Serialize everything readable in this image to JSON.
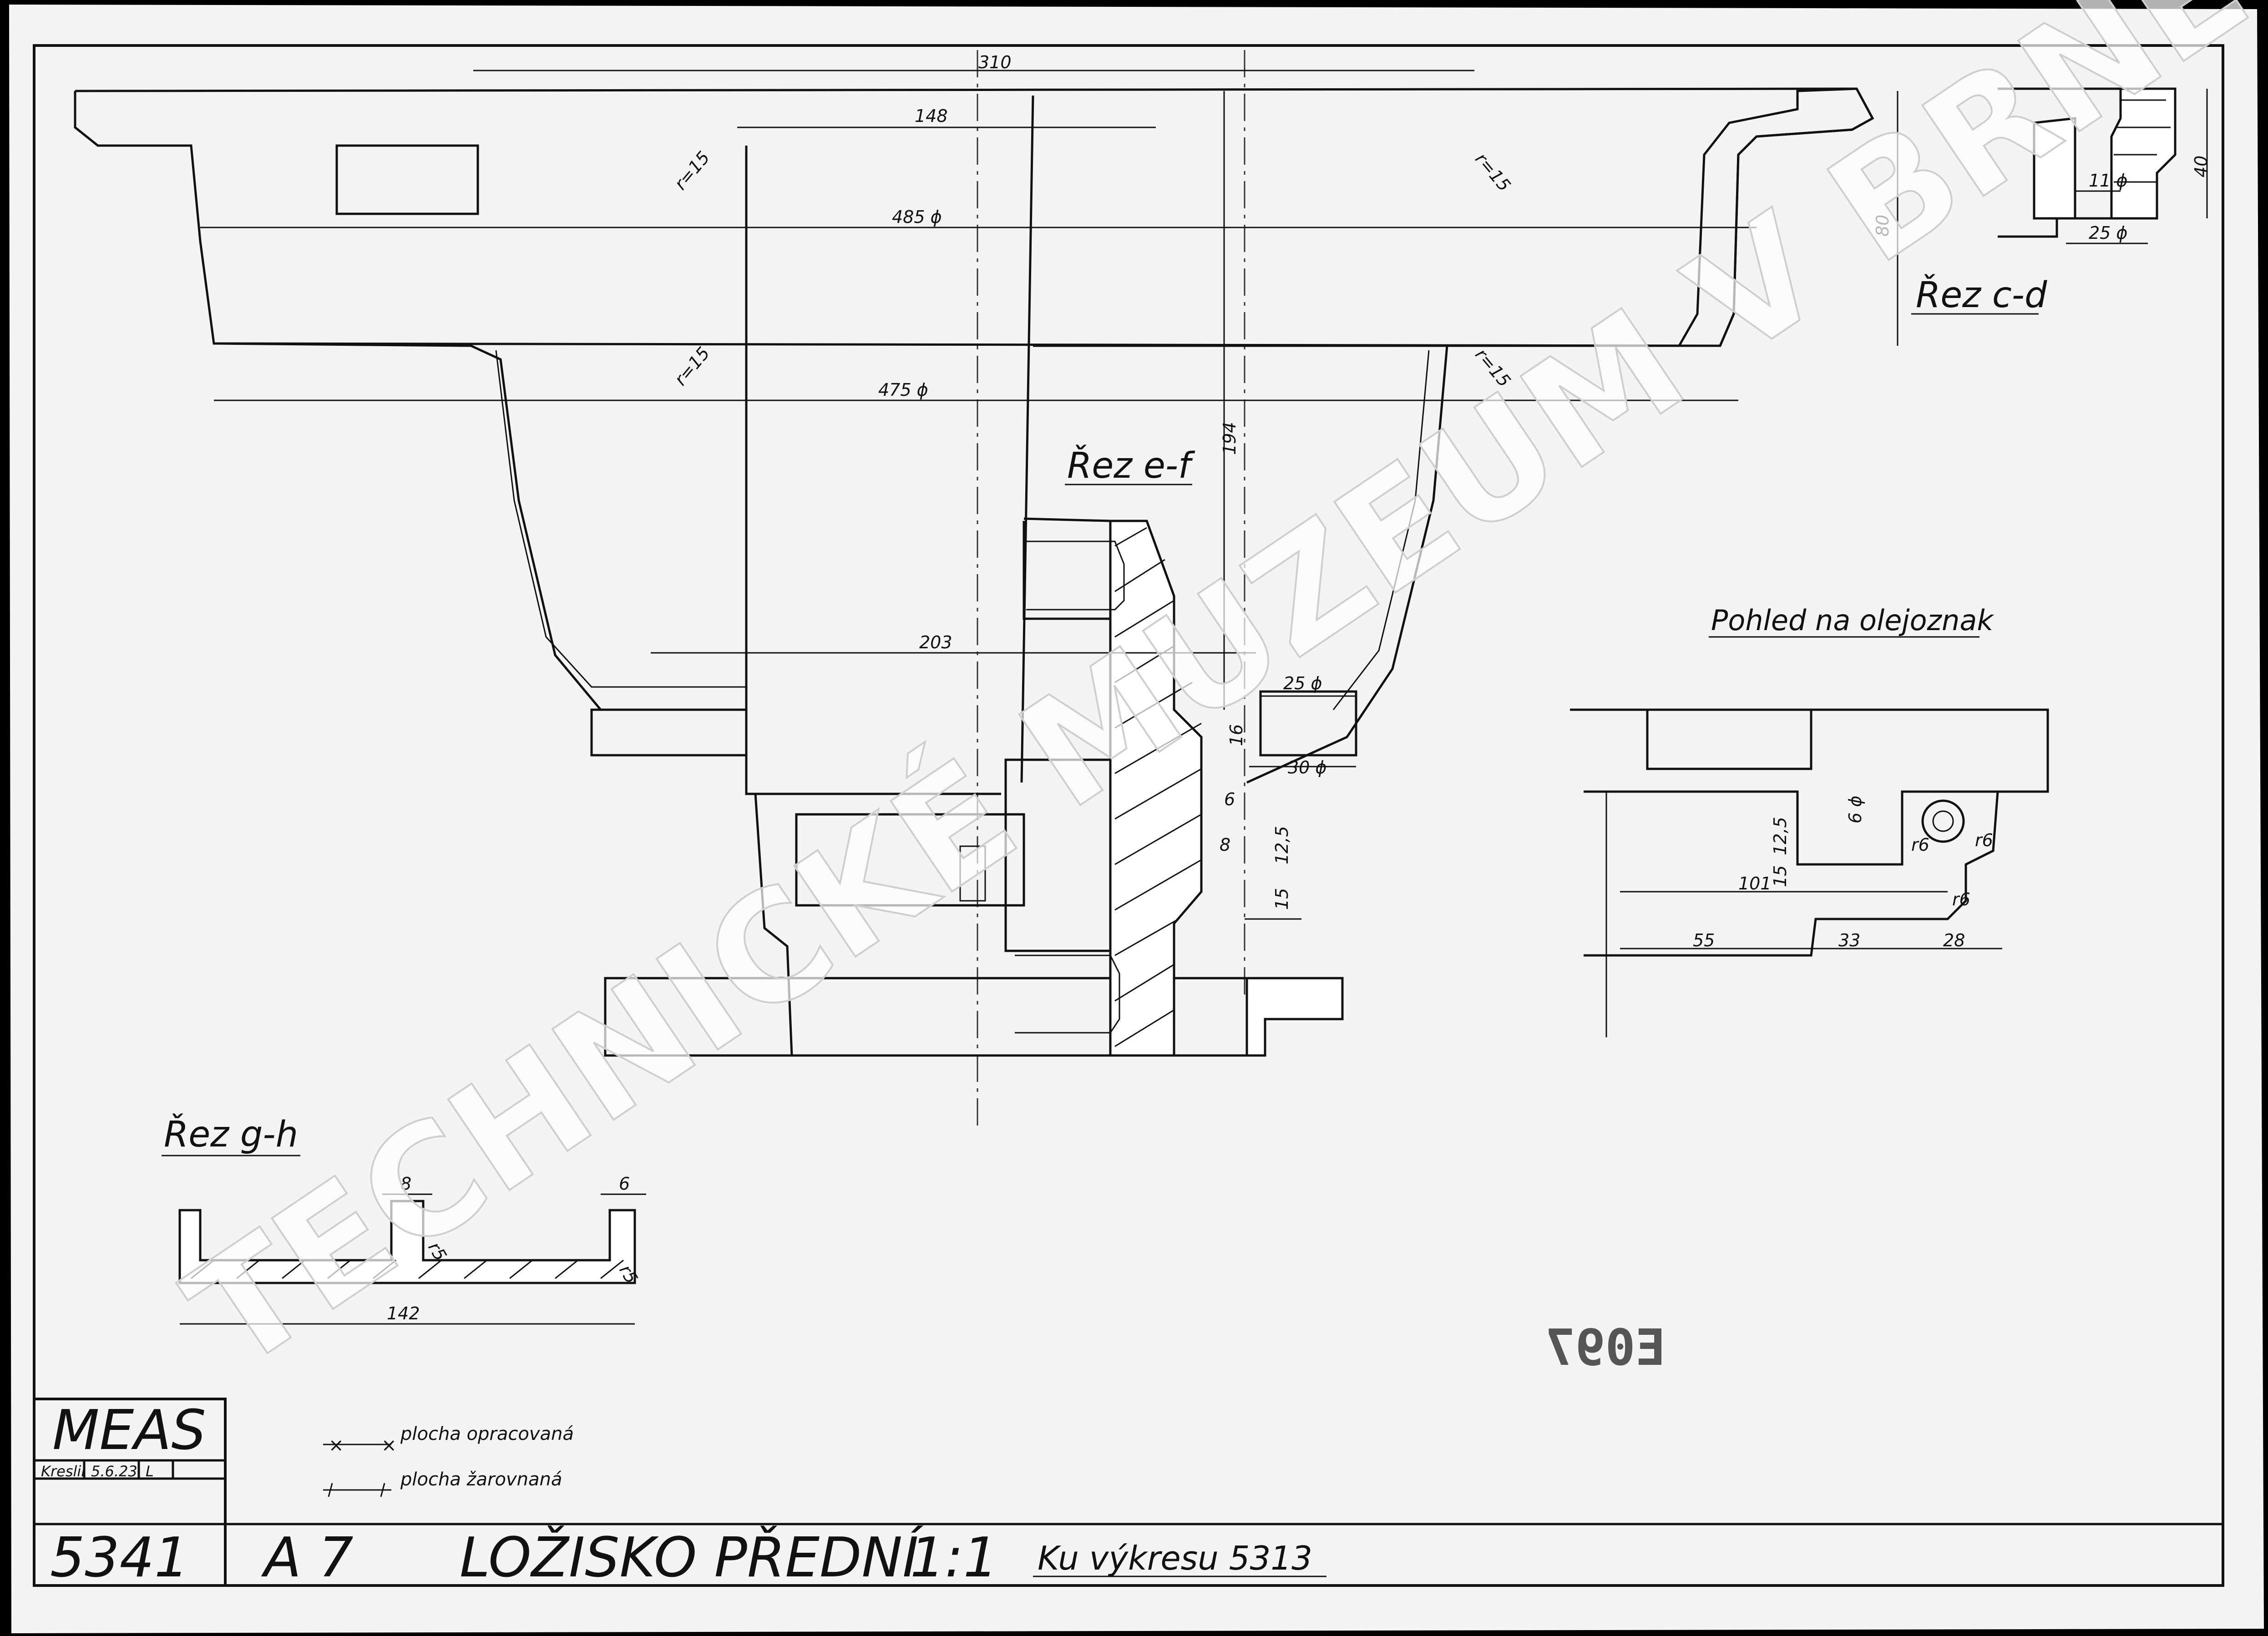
{
  "title_block": {
    "company": "MEAS",
    "drawn_label": "Kreslil",
    "drawn_date": "5.6.23",
    "drawn_initial": "L",
    "drawing_number": "5341",
    "format": "A 7",
    "part_name": "LOŽISKO PŘEDNÍ",
    "scale": "1:1",
    "reference": "Ku výkresu 5313"
  },
  "legend": {
    "machined_surface": "plocha opracovaná",
    "leveled_surface": "plocha žarovnaná"
  },
  "sections": {
    "cd": "Řez c-d",
    "ef": "Řez e-f",
    "gh": "Řez g-h",
    "oil_view": "Pohled na olejoznak"
  },
  "dimensions": {
    "d310": "310",
    "d148": "148",
    "d485": "485 ϕ",
    "d475": "475 ϕ",
    "d80": "80",
    "d194": "194",
    "d203": "203",
    "r15a": "r=15",
    "r15b": "r=15",
    "r15c": "r=15",
    "r15d": "r=15",
    "d25a": "25 ϕ",
    "d30": "30 ϕ",
    "d16": "16",
    "d12_5": "12,5",
    "d15": "15",
    "d8": "8",
    "d6a": "6",
    "cd40": "40",
    "cd11": "11 ϕ",
    "cd25": "25 ϕ",
    "gh8": "8",
    "gh6": "6",
    "gh142": "142",
    "gh_r5a": "r5",
    "gh_r5b": "r5",
    "ov6": "6 ϕ",
    "ov12_5": "12,5",
    "ov15": "15",
    "ov101": "101",
    "ov55": "55",
    "ov33": "33",
    "ov28": "28",
    "ov_r6a": "r6",
    "ov_r6b": "r6",
    "ov_r6c": "r6"
  },
  "watermark": "TECHNICKÉ MUZEUM V BRNĚ",
  "stamp": "E097",
  "colors": {
    "paper": "#f4f4f4",
    "ink": "#111111",
    "border": "#000000"
  }
}
